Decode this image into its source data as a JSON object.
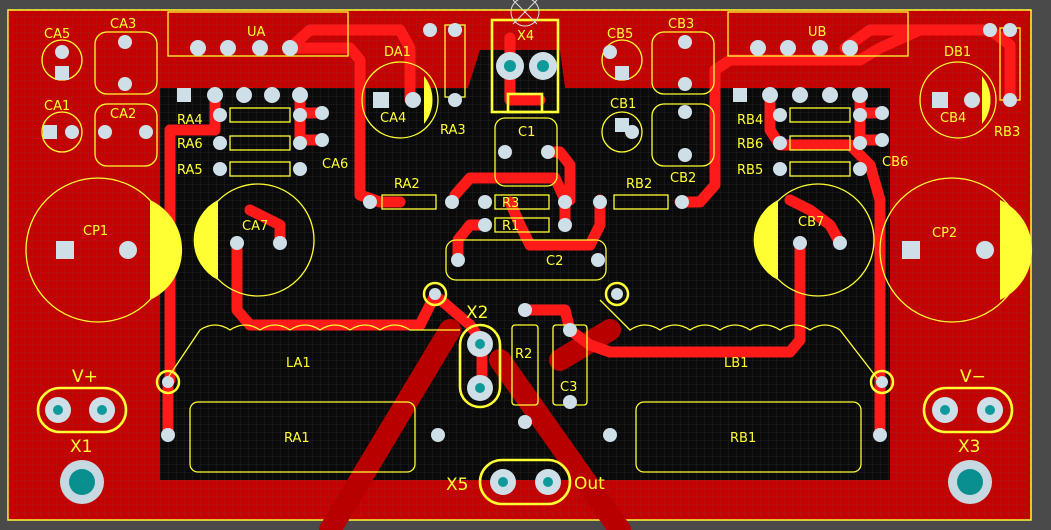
{
  "board": {
    "colors": {
      "background": "#4a4a4a",
      "copper_pour": "#c40000",
      "clear_area": "#0a0a0a",
      "trace": "#ff1a1a",
      "silkscreen": "#ffff33",
      "pad": "#cfdfe8",
      "pad_hole": "#0f9a9a"
    }
  },
  "labels": {
    "ca5": "CA5",
    "ca3": "CA3",
    "ua": "UA",
    "da1": "DA1",
    "x4": "X4",
    "cb5": "CB5",
    "cb3": "CB3",
    "ub": "UB",
    "db1": "DB1",
    "ca1": "CA1",
    "ca2": "CA2",
    "ca4": "CA4",
    "ra3": "RA3",
    "cb1": "CB1",
    "cb4": "CB4",
    "rb3": "RB3",
    "ra4": "RA4",
    "ra6": "RA6",
    "ra5": "RA5",
    "ca6": "CA6",
    "rb4": "RB4",
    "rb6": "RB6",
    "rb5": "RB5",
    "cb6": "CB6",
    "c1": "C1",
    "cb2": "CB2",
    "ra2": "RA2",
    "r3": "R3",
    "r1": "R1",
    "rb2": "RB2",
    "cp1": "CP1",
    "ca7": "CA7",
    "cb7": "CB7",
    "cp2": "CP2",
    "c2": "C2",
    "x2": "X2",
    "la1": "LA1",
    "r2": "R2",
    "c3": "C3",
    "lb1": "LB1",
    "vplus": "V+",
    "vminus": "V−",
    "x1": "X1",
    "x3": "X3",
    "ra1": "RA1",
    "rb1": "RB1",
    "x5": "X5",
    "out": "Out"
  }
}
